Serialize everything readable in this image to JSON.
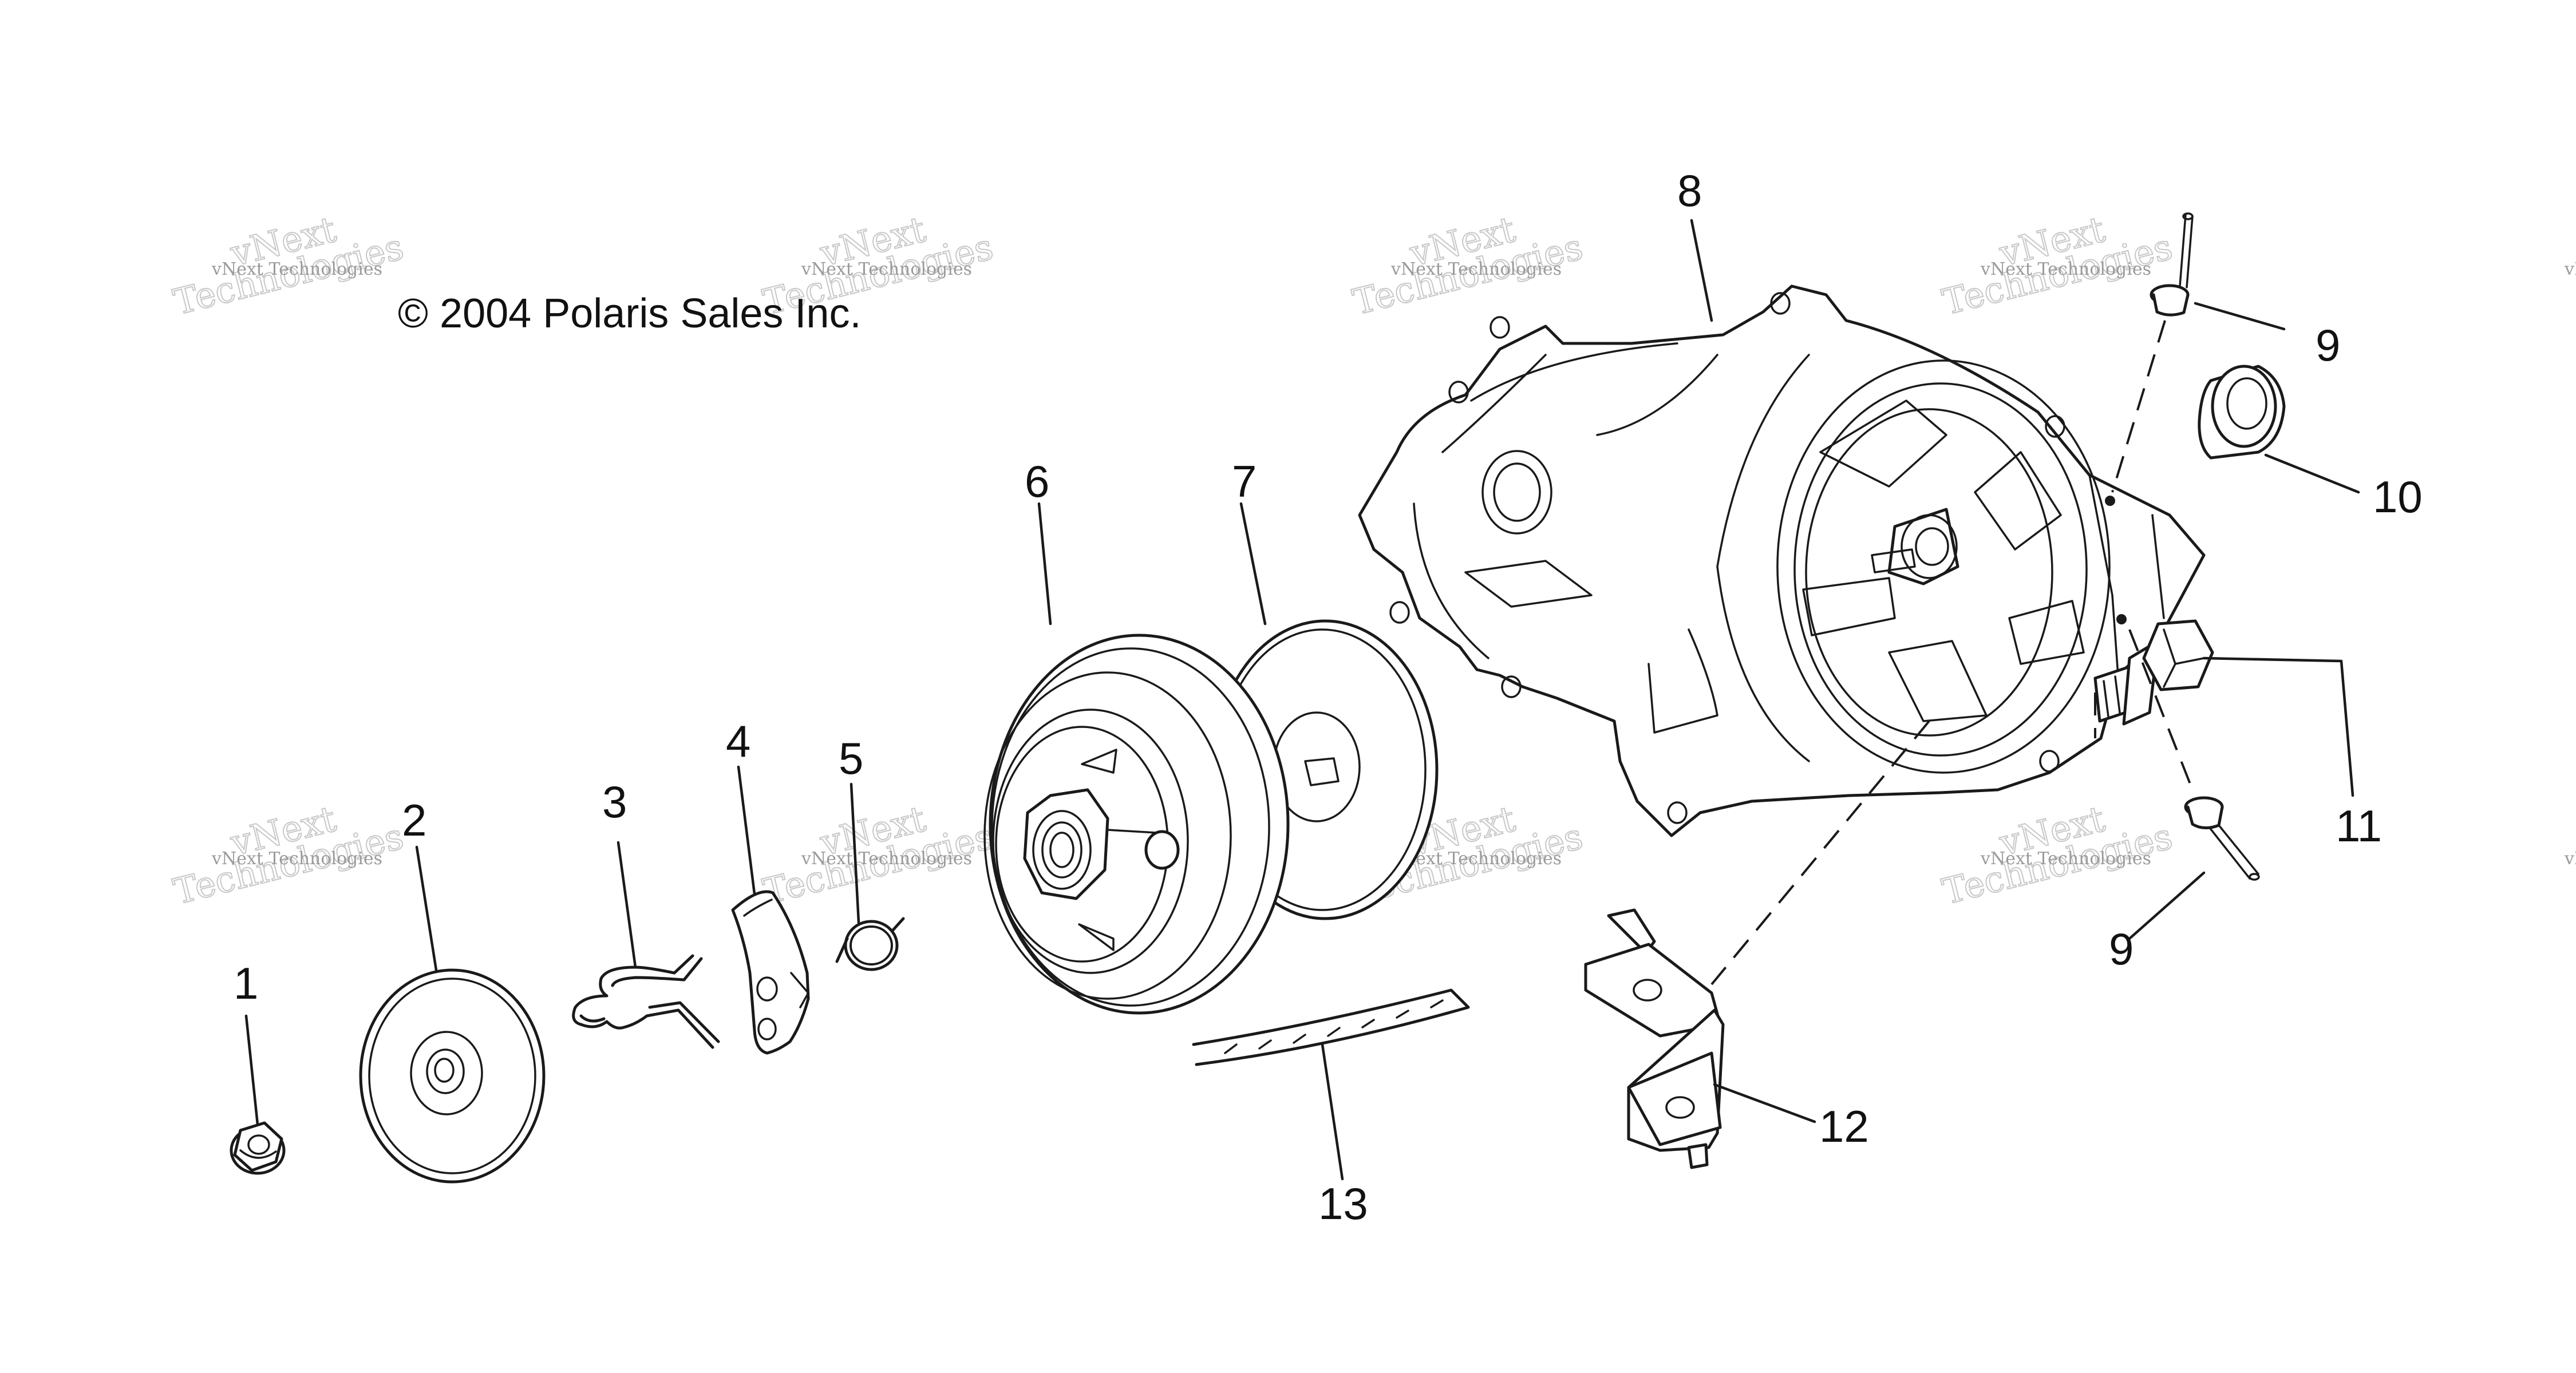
{
  "copyright": "© 2004 Polaris Sales Inc.",
  "watermark": {
    "small": "vNext Technologies",
    "big_top": "vNext",
    "big_bottom": "Technologies"
  },
  "callouts": [
    {
      "id": "1",
      "label": "1"
    },
    {
      "id": "2",
      "label": "2"
    },
    {
      "id": "3",
      "label": "3"
    },
    {
      "id": "4",
      "label": "4"
    },
    {
      "id": "5",
      "label": "5"
    },
    {
      "id": "6",
      "label": "6"
    },
    {
      "id": "7",
      "label": "7"
    },
    {
      "id": "8",
      "label": "8"
    },
    {
      "id": "9a",
      "label": "9"
    },
    {
      "id": "9b",
      "label": "9"
    },
    {
      "id": "10",
      "label": "10"
    },
    {
      "id": "11",
      "label": "11"
    },
    {
      "id": "12",
      "label": "12"
    },
    {
      "id": "13",
      "label": "13"
    }
  ],
  "colors": {
    "line": "#1a1a1a",
    "watermark": "#9a9a9a",
    "background": "#ffffff"
  }
}
